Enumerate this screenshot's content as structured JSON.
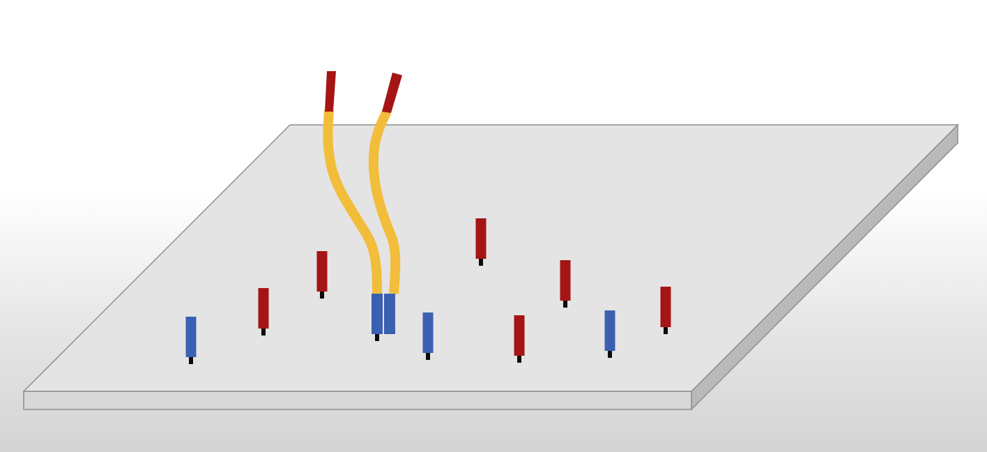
{
  "colors": {
    "slab_top": "#e4e4e4",
    "slab_front": "#d8d8d8",
    "slab_side": "#b9b9b9",
    "slab_edge": "#8e8e8e",
    "red_segment": "#a51515",
    "blue_segment": "#3b60b2",
    "yellow_linker": "#f2bd3a",
    "anchor": "#0c0c0c"
  },
  "free_molecules": [
    {
      "kind": "blue"
    },
    {
      "kind": "red"
    },
    {
      "kind": "red"
    },
    {
      "kind": "blue"
    },
    {
      "kind": "red"
    },
    {
      "kind": "red"
    },
    {
      "kind": "red"
    },
    {
      "kind": "blue"
    },
    {
      "kind": "red"
    }
  ],
  "tethered_molecules": [
    {
      "segments": [
        "blue",
        "yellow",
        "red"
      ]
    },
    {
      "segments": [
        "blue",
        "yellow",
        "red"
      ]
    }
  ]
}
